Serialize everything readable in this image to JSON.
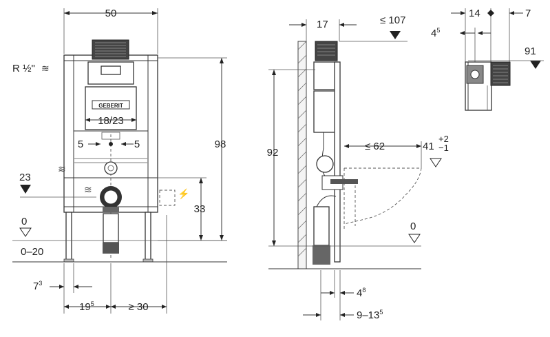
{
  "front": {
    "width": "50",
    "supply": "R ½\"",
    "height": "98",
    "plate_gap": "18/23",
    "left_offset": "5",
    "right_offset": "5",
    "water_inlet_level": "23",
    "drain_height": "33",
    "floor_level": "0",
    "floor_range": "0–20",
    "foot_offset": "7",
    "foot_offset_sup": "3",
    "center_offset": "19",
    "center_offset_sup": "5",
    "side_clearance": "≥ 30",
    "brand": "GEBERIT"
  },
  "side": {
    "frame_depth": "17",
    "max_depth": "≤ 107",
    "height": "92",
    "bowl_depth": "≤ 62",
    "bowl_height": "41",
    "bowl_tol_plus": "+2",
    "bowl_tol_minus": "−1",
    "floor_level": "0",
    "pipe_offset": "4",
    "pipe_offset_sup": "8",
    "range": "9–13",
    "range_sup": "5"
  },
  "detail": {
    "width": "14",
    "left_margin": "4",
    "left_margin_sup": "5",
    "right_margin": "7",
    "top_level": "91"
  }
}
